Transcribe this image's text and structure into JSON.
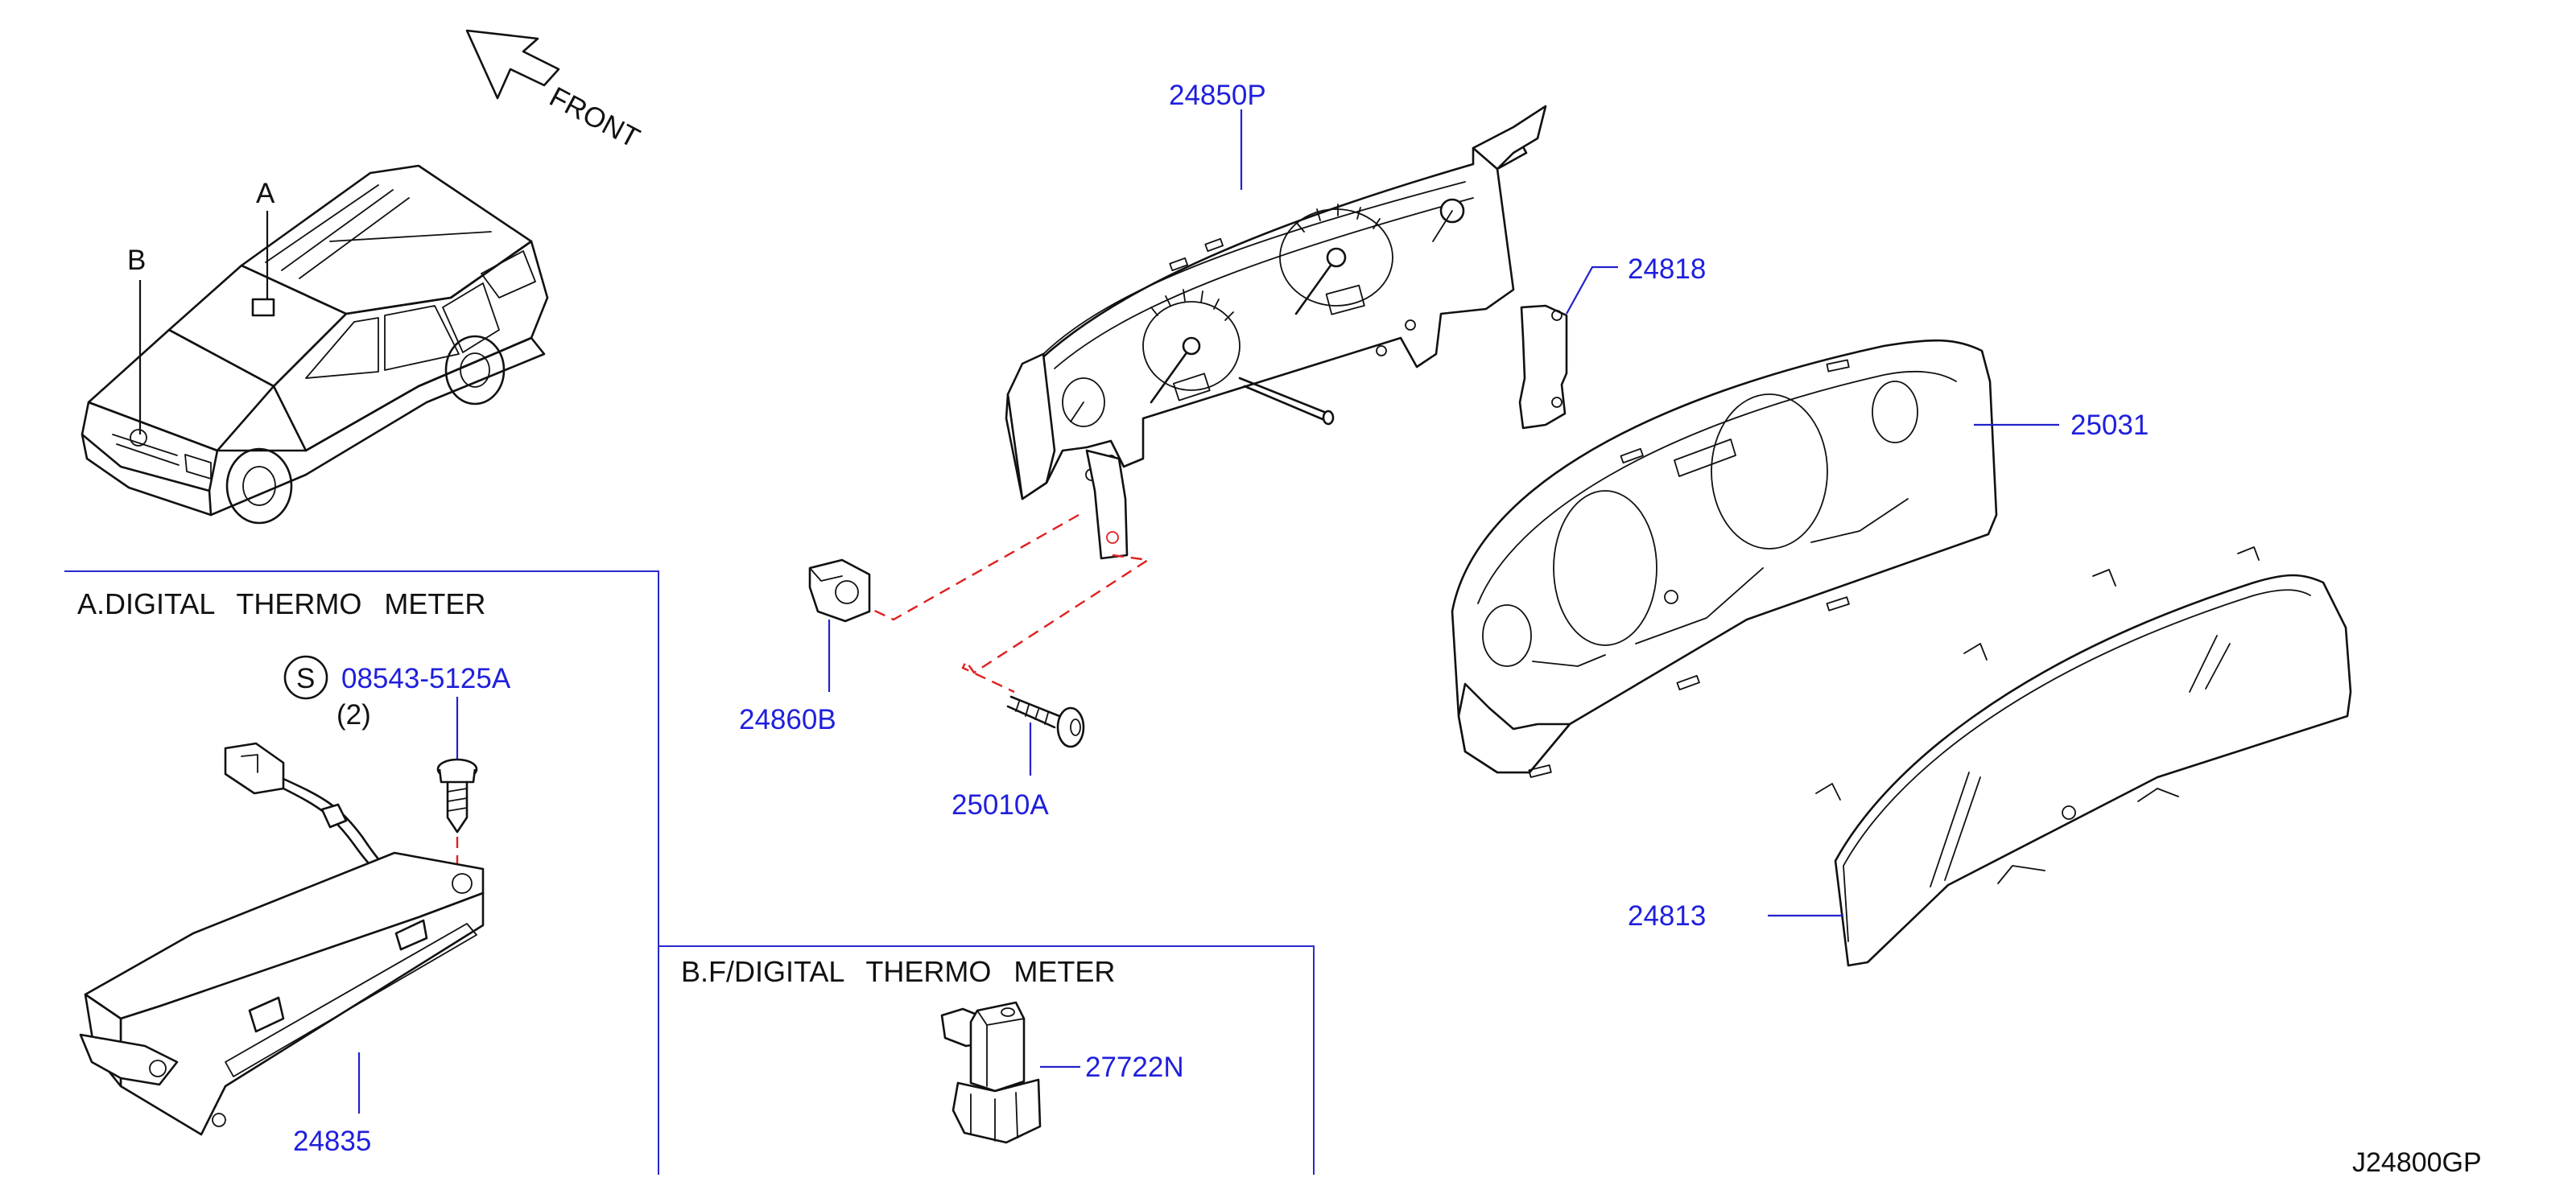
{
  "direction": {
    "arrow_label": "FRONT",
    "icon": "front-arrow-icon"
  },
  "vehicle_callouts": {
    "a": "A",
    "b": "B"
  },
  "sections": {
    "a": {
      "title": "A.DIGITAL  THERMO  METER",
      "screw_symbol": "S",
      "screw_part": "08543-5125A",
      "screw_qty": "(2)",
      "unit_part": "24835"
    },
    "b": {
      "title": "B.F/DIGITAL  THERMO  METER",
      "sensor_part": "27722N"
    }
  },
  "parts": {
    "cluster": "24850P",
    "bracket": "24818",
    "finisher": "25031",
    "clip": "24860B",
    "screw": "25010A",
    "lens": "24813"
  },
  "diagram_code": "J24800GP",
  "colors": {
    "part_number": "#1f1fdd",
    "leader": "#2222cc",
    "dashed_link": "#e02020",
    "ink": "#111111"
  }
}
